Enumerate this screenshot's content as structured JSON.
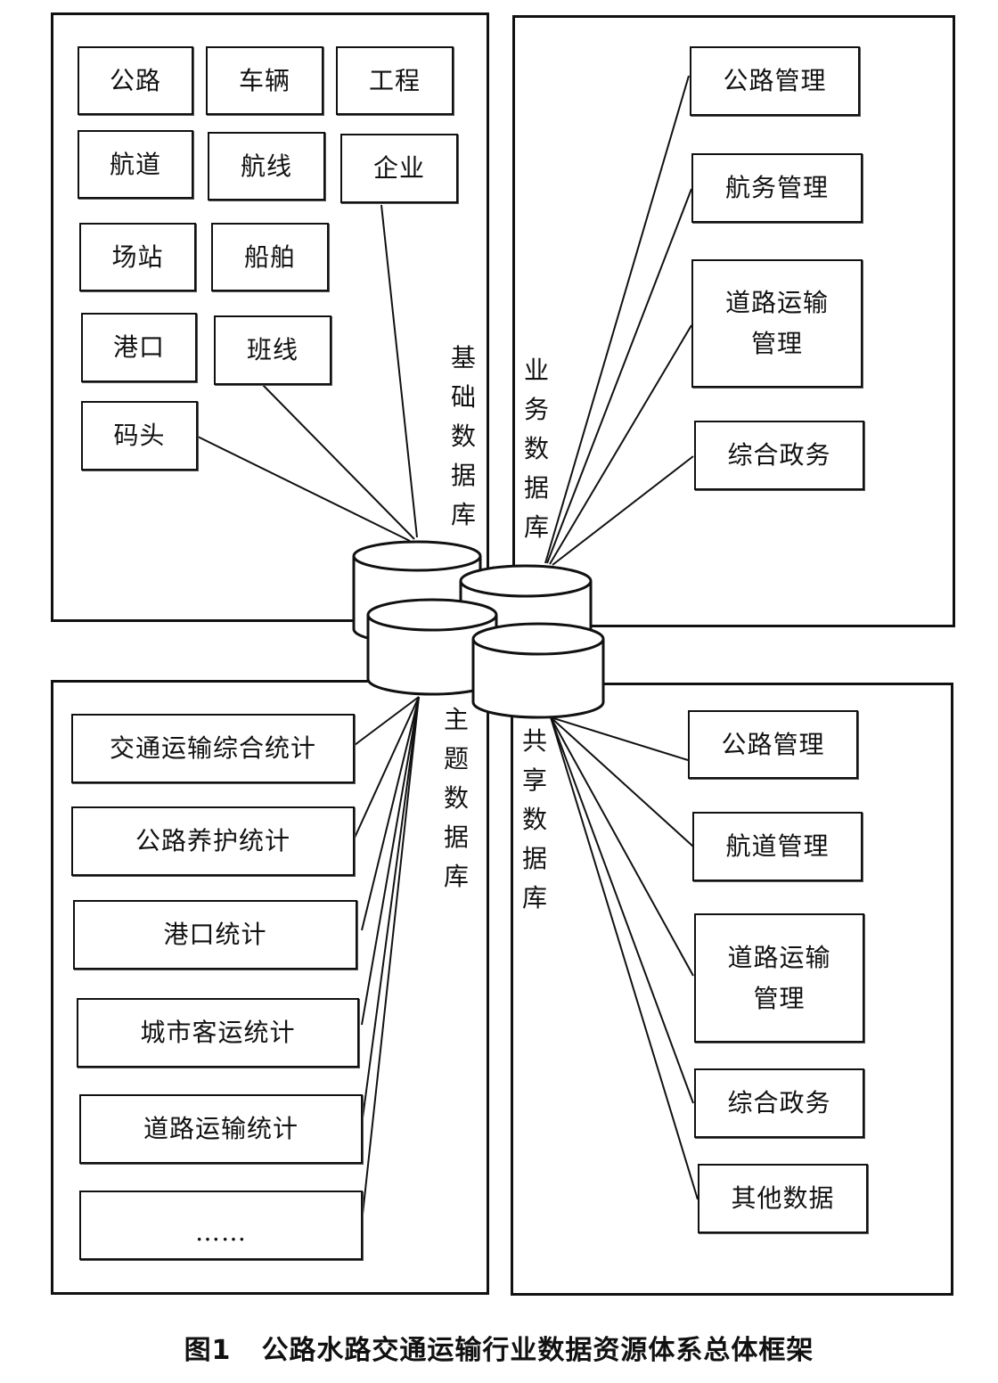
{
  "base_db": {
    "label": "基础数据库",
    "items": [
      "公路",
      "车辆",
      "工程",
      "航道",
      "航线",
      "企业",
      "场站",
      "船舶",
      "港口",
      "班线",
      "码头"
    ]
  },
  "business_db": {
    "label": "业务数据库",
    "items": [
      "公路管理",
      "航务管理",
      "道路运输\n管理",
      "综合政务"
    ]
  },
  "theme_db": {
    "label": "主题数据库",
    "items": [
      "交通运输综合统计",
      "公路养护统计",
      "港口统计",
      "城市客运统计",
      "道路运输统计",
      "……"
    ]
  },
  "shared_db": {
    "label": "共享数据库",
    "items": [
      "公路管理",
      "航道管理",
      "道路运输\n管理",
      "综合政务",
      "其他数据"
    ]
  },
  "caption": {
    "number": "图1",
    "title": "公路水路交通运输行业数据资源体系总体框架"
  }
}
